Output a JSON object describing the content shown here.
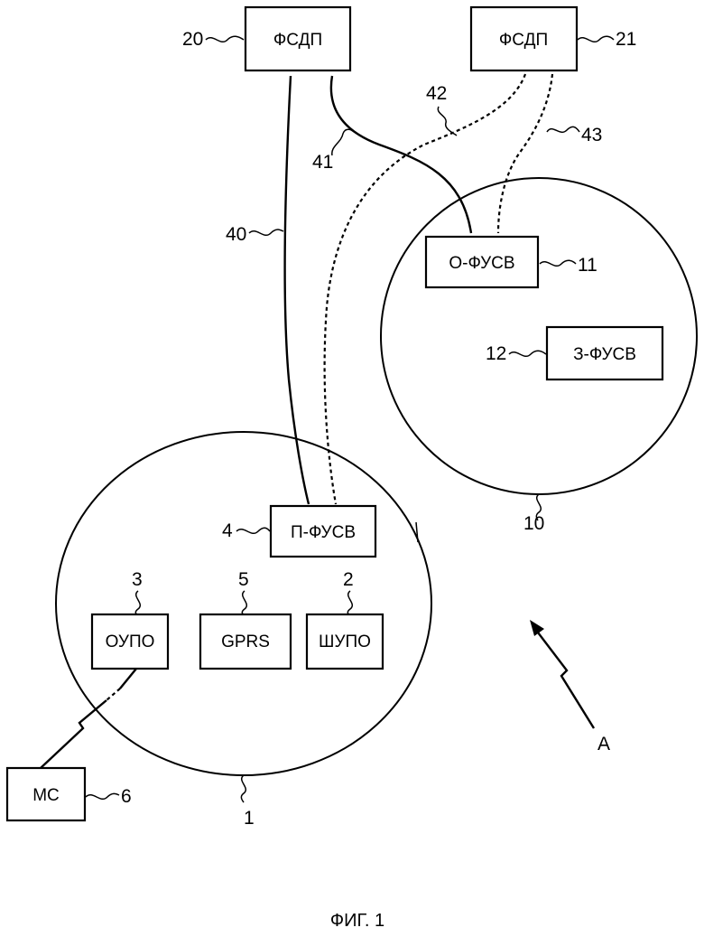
{
  "boxes": {
    "fsdp_20": "ФСДП",
    "fsdp_21": "ФСДП",
    "o_fusv": "О-ФУСВ",
    "z_fusv": "З-ФУСВ",
    "p_fusv": "П-ФУСВ",
    "oupo": "ОУПО",
    "gprs": "GPRS",
    "shupo": "ШУПО",
    "ms": "МС"
  },
  "refs": {
    "fsdp_20": "20",
    "fsdp_21": "21",
    "o_fusv": "11",
    "z_fusv": "12",
    "p_fusv": "4",
    "oupo": "3",
    "gprs": "5",
    "shupo": "2",
    "ms": "6",
    "cell_1": "1",
    "cell_10": "10",
    "link_40": "40",
    "link_41": "41",
    "link_42": "42",
    "link_43": "43"
  },
  "arrow_label": "A",
  "caption": "ФИГ. 1"
}
